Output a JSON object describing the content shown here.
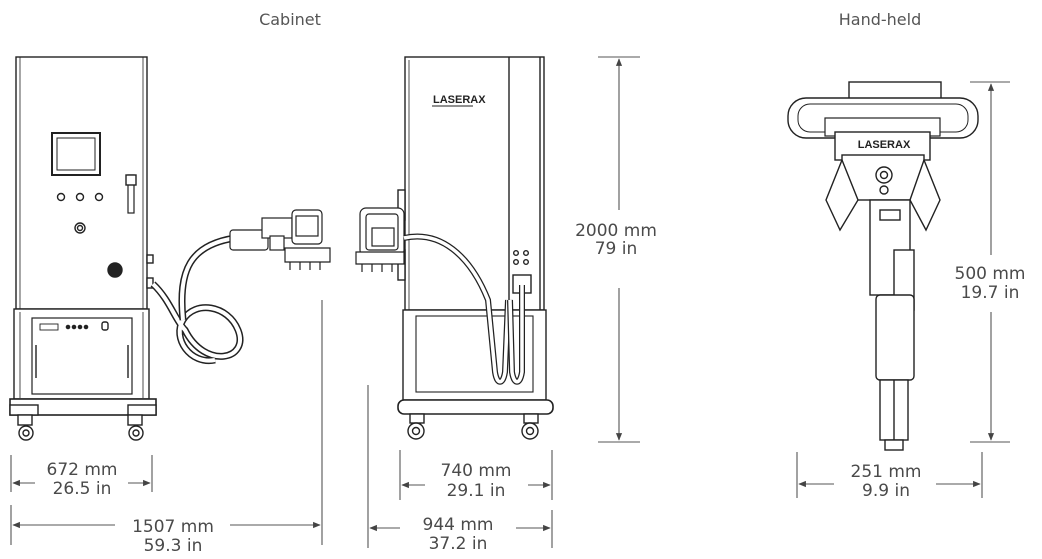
{
  "headings": {
    "cabinet": "Cabinet",
    "handheld": "Hand-held"
  },
  "brand": {
    "side_logo": "LASERAX",
    "head_logo": "LASERAX"
  },
  "dimensions": {
    "cabinet_front_width": {
      "mm": "672 mm",
      "in": "26.5 in"
    },
    "cabinet_total_width": {
      "mm": "1507 mm",
      "in": "59.3 in"
    },
    "cabinet_side_depth": {
      "mm": "740 mm",
      "in": "29.1 in"
    },
    "cabinet_side_total": {
      "mm": "944 mm",
      "in": "37.2 in"
    },
    "cabinet_height": {
      "mm": "2000 mm",
      "in": "79 in"
    },
    "handheld_height": {
      "mm": "500 mm",
      "in": "19.7 in"
    },
    "handheld_width": {
      "mm": "251 mm",
      "in": "9.9 in"
    }
  }
}
